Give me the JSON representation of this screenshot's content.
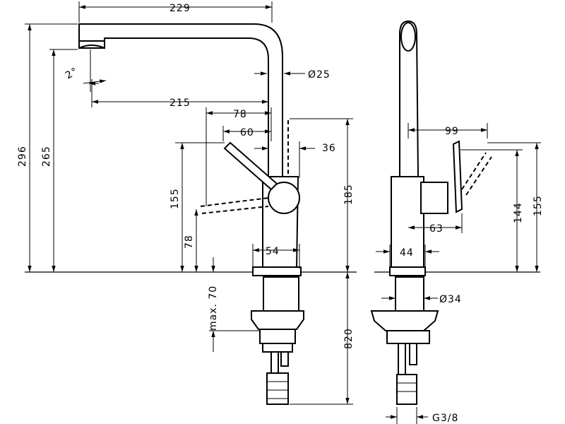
{
  "dimensions": {
    "d229": "229",
    "d215": "215",
    "d25": "Ø25",
    "d78": "78",
    "d60": "60",
    "d36": "36",
    "d2deg": "2°",
    "d296": "296",
    "d265": "265",
    "d155": "155",
    "d78v": "78",
    "d185": "185",
    "d54": "54",
    "dmax70": "max. 70",
    "d820": "820",
    "d99": "99",
    "d144": "144",
    "d155r": "155",
    "d63": "63",
    "d44": "44",
    "d34": "Ø34",
    "dg38": "G3/8"
  }
}
